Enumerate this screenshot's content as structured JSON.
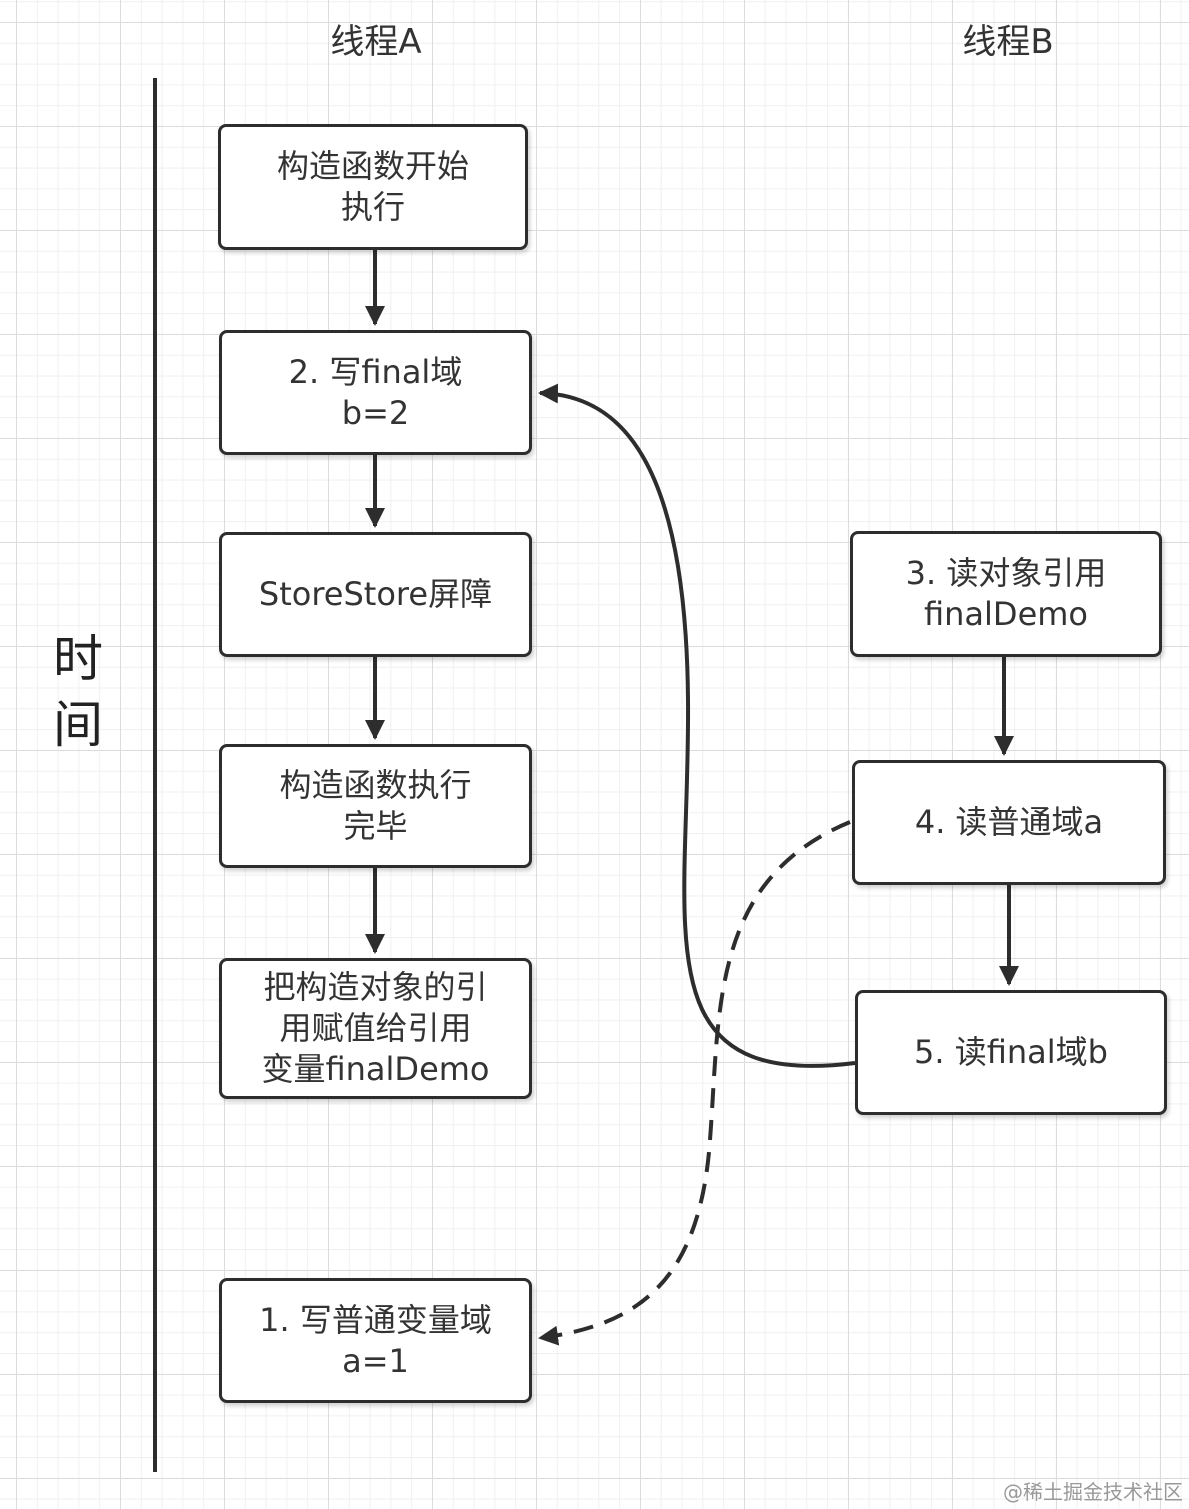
{
  "lanes": {
    "thread_a": "线程A",
    "thread_b": "线程B"
  },
  "time_axis": {
    "label_line1": "时",
    "label_line2": "间"
  },
  "thread_a_boxes": {
    "ctor_start": "构造函数开始\n执行",
    "write_final": "2. 写final域\nb=2",
    "barrier": "StoreStore屏障",
    "ctor_end": "构造函数执行\n完毕",
    "assign_ref": "把构造对象的引\n用赋值给引用\n变量finalDemo",
    "write_normal": "1. 写普通变量域\na=1"
  },
  "thread_b_boxes": {
    "read_ref": "3. 读对象引用\nfinalDemo",
    "read_normal": "4. 读普通域a",
    "read_final": "5. 读final域b"
  },
  "watermark": "@稀土掘金技术社区",
  "colors": {
    "stroke": "#2d2d2d",
    "grid": "#dcdcdc",
    "text": "#333333"
  }
}
